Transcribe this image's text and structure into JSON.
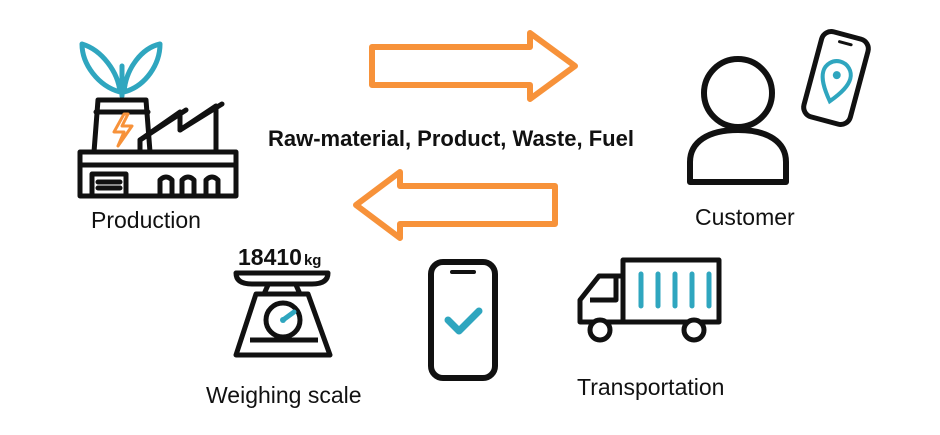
{
  "flow_label": "Raw-material, Product, Waste, Fuel",
  "nodes": {
    "production": "Production",
    "customer": "Customer",
    "weighing_scale": "Weighing scale",
    "transportation": "Transportation"
  },
  "scale_reading": {
    "value": "18410",
    "unit": "kg"
  },
  "colors": {
    "arrow": "#F7923A",
    "accent": "#2FA6BF",
    "line": "#111111"
  },
  "icons": [
    "factory-icon",
    "leaf-icon",
    "lightning-icon",
    "customer-person-icon",
    "location-pin-phone-icon",
    "weighing-scale-icon",
    "phone-check-icon",
    "truck-icon"
  ]
}
